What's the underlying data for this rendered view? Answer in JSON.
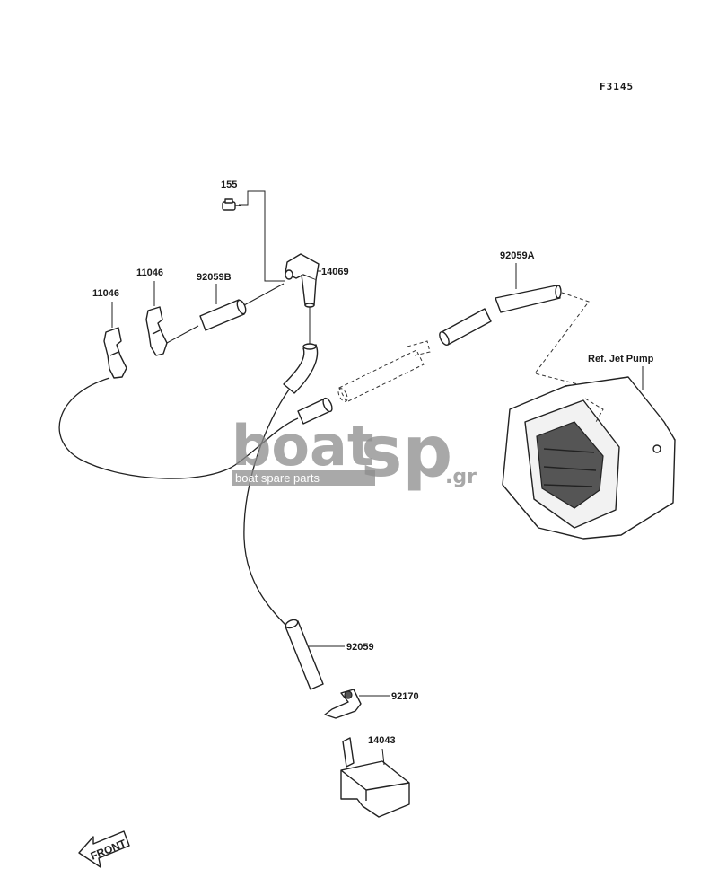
{
  "figure_code": "F3145",
  "labels": {
    "bolt": "155",
    "clip_right": "11046",
    "clip_left": "11046",
    "hose_b": "92059B",
    "fitting": "14069",
    "hose_a": "92059A",
    "jet_pump_ref": "Ref. Jet Pump",
    "hose_main": "92059",
    "clamp": "92170",
    "filter": "14043"
  },
  "watermark": {
    "brand_part1": "boat",
    "brand_part2": "sp",
    "domain_suffix": ".gr",
    "tagline": "boat spare parts"
  },
  "front_marker": "FRONT"
}
